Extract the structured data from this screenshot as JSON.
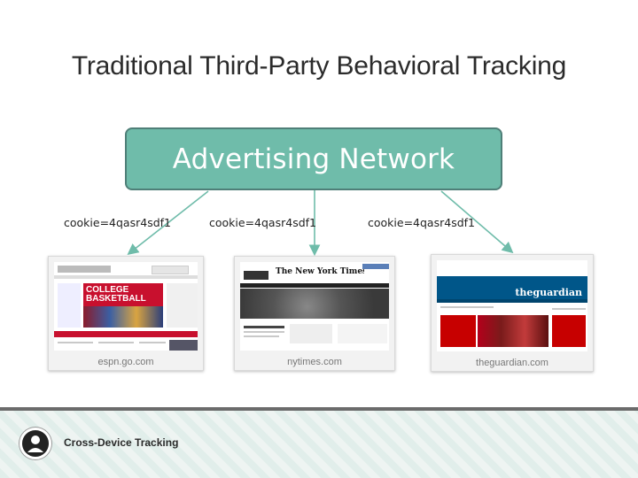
{
  "title": "Traditional Third-Party Behavioral Tracking",
  "network": {
    "label": "Advertising Network"
  },
  "cookies": [
    {
      "label": "cookie=4qasr4sdf1"
    },
    {
      "label": "cookie=4qasr4sdf1"
    },
    {
      "label": "cookie=4qasr4sdf1"
    }
  ],
  "sites": [
    {
      "domain": "espn.go.com",
      "banner_text": "COLLEGE BASKETBALL"
    },
    {
      "domain": "nytimes.com",
      "masthead": "The New York Times"
    },
    {
      "domain": "theguardian.com",
      "masthead": "theguardian"
    }
  ],
  "footer": {
    "label": "Cross-Device Tracking"
  },
  "colors": {
    "network_fill": "#6fbcaa",
    "network_border": "#4f7f78",
    "arrow": "#6fbcaa"
  }
}
